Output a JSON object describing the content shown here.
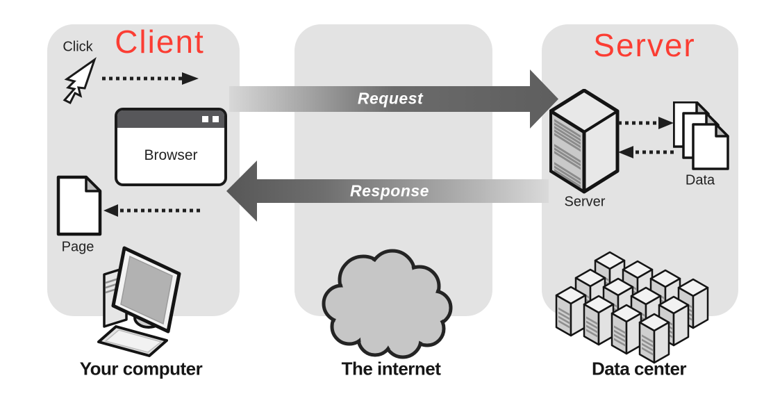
{
  "diagram": {
    "panels": {
      "client": {
        "title": "Client",
        "items": {
          "click": "Click",
          "browser": "Browser",
          "page": "Page"
        },
        "caption": "Your computer"
      },
      "internet": {
        "caption": "The internet"
      },
      "server": {
        "title": "Server",
        "items": {
          "server": "Server",
          "data": "Data"
        },
        "caption": "Data center"
      }
    },
    "arrows": {
      "request": "Request",
      "response": "Response"
    },
    "icons": {
      "cursor": "cursor-icon",
      "browser_window": "browser-window-icon",
      "page": "page-icon",
      "computer": "computer-icon",
      "cloud": "cloud-icon",
      "server_tower": "server-tower-icon",
      "documents": "documents-icon",
      "datacenter": "datacenter-icon"
    },
    "colors": {
      "accent_red": "#fb3d33",
      "panel_gray": "#e3e3e3",
      "arrow_dark": "#636363",
      "cloud_gray": "#c6c6c6",
      "outline": "#1a1a1a"
    }
  }
}
